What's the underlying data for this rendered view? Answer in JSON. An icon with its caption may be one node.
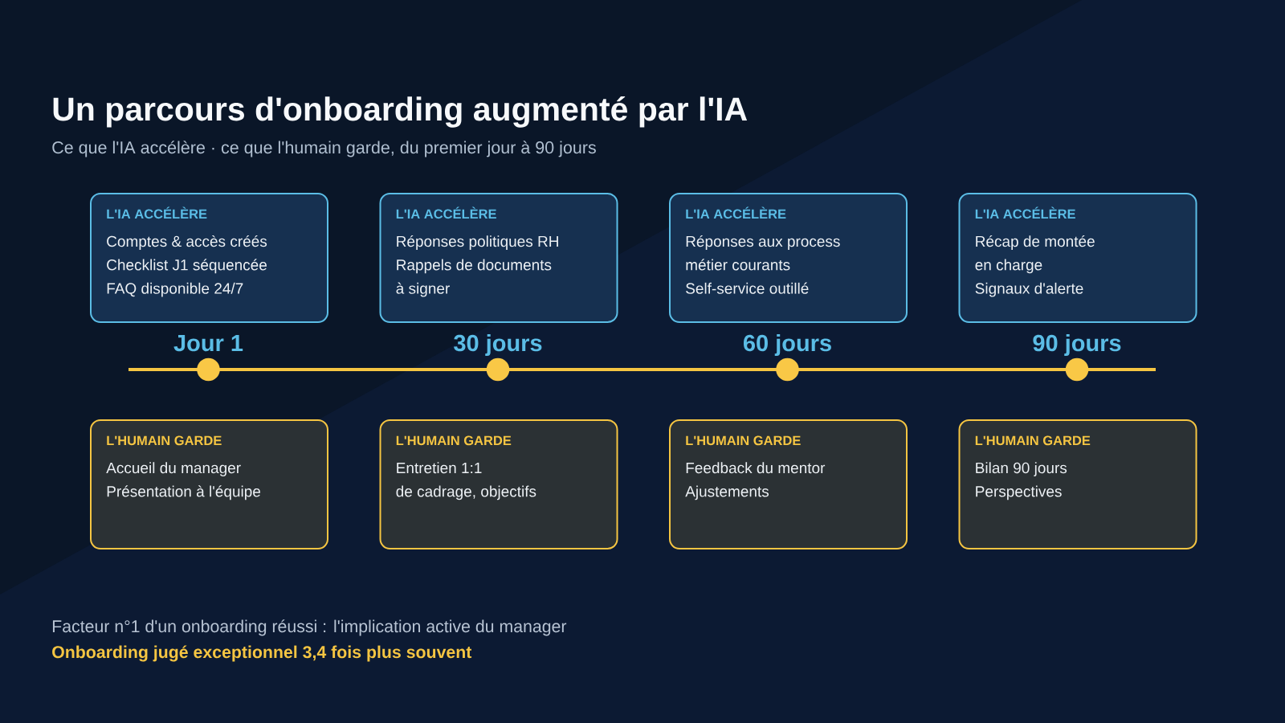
{
  "diagram": {
    "title": "Un parcours d'onboarding augmenté par l'IA",
    "nodes": [
      {
        "text": [
          "L'IA ACCÉLÈRE",
          "Comptes & accès créés",
          "Checklist J1 séquencée",
          "FAQ disponible 24/7"
        ]
      },
      {
        "text": [
          "L'IA ACCÉLÈRE",
          "Réponses politiques RH",
          "Rappels de documents à signer"
        ]
      },
      {
        "text": [
          "L'IA ACCÉLÈRE",
          "Réponses aux process métier courants",
          "Self-service outillé"
        ]
      },
      {
        "text": [
          "L'IA ACCÉLÈRE",
          "Récap de montée en charge",
          "Signaux d'alerte"
        ]
      },
      {
        "text": [
          "L'HUMAIN GARDE",
          "Accueil du manager",
          "Présentation à l'équipe"
        ]
      },
      {
        "text": [
          "L'HUMAIN GARDE",
          "Entretien 1:1 de cadrage, objectifs"
        ]
      },
      {
        "text": [
          "L'HUMAIN GARDE",
          "Feedback du mentor",
          "Ajustements"
        ]
      },
      {
        "text": [
          "L'HUMAIN GARDE",
          "Bilan 90 jours",
          "Perspectives"
        ]
      }
    ],
    "labels": [
      "Ce que l'IA accélère · ce que l'humain garde, du premier jour à 90 jours",
      "Jour 1",
      "30 jours",
      "60 jours",
      "90 jours",
      "Facteur n°1 d'un onboarding réussi : l'implication active du manager",
      "Onboarding jugé exceptionnel 3,4 fois plus souvent"
    ]
  }
}
